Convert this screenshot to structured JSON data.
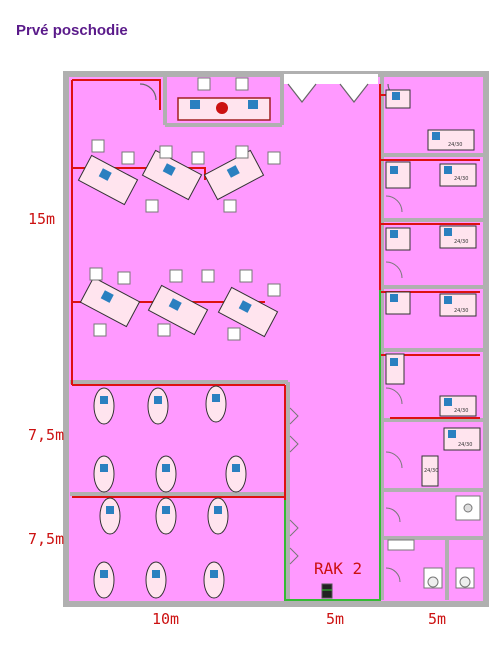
{
  "title": "Prvé poschodie",
  "dimensions": {
    "left_top": "15m",
    "left_middle": "7,5m",
    "left_bottom": "7,5m",
    "bottom_left": "10m",
    "bottom_middle": "5m",
    "bottom_right": "5m"
  },
  "rack_label": "RAK 2",
  "office_desk_labels": [
    "24/30",
    "24/30",
    "24/30",
    "24/30",
    "24/30",
    "24/30",
    "24/30"
  ],
  "colors": {
    "floor": "#ff99ff",
    "wall": "#b0b0b0",
    "network_red": "#dd1111",
    "network_green": "#33bb33",
    "title": "#5a1a8a"
  }
}
